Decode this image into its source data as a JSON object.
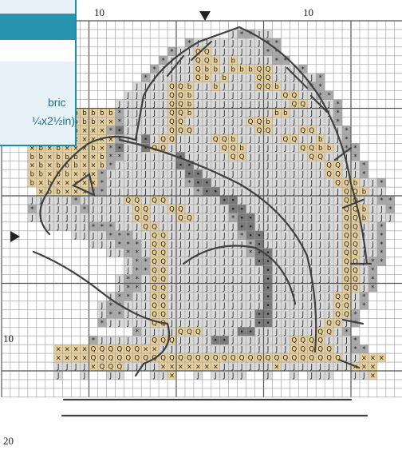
{
  "page": {
    "info_lines": [
      "bric",
      "¼x2½in)"
    ]
  },
  "axes": {
    "top_ticks": [
      "10",
      "10"
    ],
    "left_ticks": [
      "10",
      "20"
    ]
  },
  "chart_data": {
    "type": "table",
    "description_free": true,
    "grid": true,
    "palette": {
      "white": "#ffffff",
      "light_grey": "#d9d9d9",
      "mid_grey": "#a9a9a9",
      "dark_grey": "#7a7a7a",
      "tan": "#e7cf9c",
      "line": "#404040"
    },
    "symbols": {
      "J": "J",
      "Q": "Q",
      "b": "b",
      "x": "×",
      "star": "*",
      "dot": "•"
    },
    "pattern": [
      "..............................................",
      "..........................J**JJ...............",
      ".....................*JJJJJJJJ**..............",
      "...................*JJQQJJJJJJ**..............",
      "..................*JJJQQbJbJJJJ**.............",
      ".................*JJJJQbbJbbbQQJJJ*...........",
      "................*JJJJJQbJbJJJQQJJJJJ*.........",
      "...............JJJJQQbJJbJJJJQQbJJJ**.........",
      "..............JJJJJQQbJJJJJJJJJJQQJJ**........",
      ".............JJJJJJQQbJJJJJJJJJJJQQJJJ*.......",
      "........bbbbb*JJJJJQQbJJJJJJJJJbbJJJJJ*.......",
      "......xbbbb××*JJJJJQQJJJJJJJQQbJJJJJJJ*.......",
      ".....×bbb×××*•JJJJJQQQJJJJJJJQQJJJQQJJJ*......",
      "....×bbb×××××*JJ•JQQJJJJQQbJJJJJQQJJbJJ*......",
      "...×b×b×××b×*•JJ•QQJJJJJJQQbJJJJJJQQbbJ**.....",
      "...bb×bbb××b**JJJJJJ•JJJJJQQJJJJJJJQQJJJ*.....",
      "...×b×bbb××b*JJJJJJJ••JJJJJJJJJJJJJJJQQJJ*....",
      "...bb×bb×××*JJJJJJJJJ••JJJJJJJJJJJJJJQQJJ*....",
      "...b×b×××××*JJJJJJJJJ*••JJJJJJJJJJJJJJQQbJJ*..",
      "....×bb×××**JJJJJJJJJJ*••JJJJJJJJJJJJJJQQbJJ..",
      "...JJJJJ*JJJJJQQJQQJJJJJJ••JJJJJJJJJJJJQQJJ**.",
      "...*JJJJJ*JJJJJQQJJQQJJJJJ••JJJJJJJJJJJQQbJJ*.",
      "...JJJJJJJJJJJJQQJJJQQJJJJ*••JJJJJJJJJJQQbJJJ.",
      ".....JJJJJ***JJJQQJJJJJJJJJ••JJJJJJJJJJQQJJ*..",
      "........JJJJ***JJQQJJJJJJJJ*••JJJJJJJJJQQJJ*..",
      "..........JJJ***JQQJJJJJJJJJ*•JJJJJJJJJQQJJ*..",
      "............JJ**JQQJJJJJJJJJ*••JJJJJJJJQQJJ*..",
      "..............J**QQJJJJJJJJJJ••JJJJJJJJQQJ**..",
      "..............J**QQJJJJJJJJJJJ•JJJJJJJJQQJ*...",
      ".............J**JQQJJJJJJJJJJJ•JJJJJJJJQQJ*...",
      ".............J**JQQJJJJJJJJJJJ•JJJJJJJJQQJ*...",
      "............J**JJQQJJJJJJJJJJJ•JJJJJJJQQJ*....",
      "...........J**JJJQQJJJJJJJJJJJ•JJJJJJJQQJ*....",
      "...........J**JJJQQJJJJJJJJJJ••JJJJJJJQQ*.....",
      "...........*JJJJJQQJJJJJJJJJJ••JJJJJJQQJ*.....",
      "...............*JJJJQQQJJJJ••JJJJJJJQQJ*......",
      "..........*JJJJJJQQQJJJJ••JJJJJJJQQQQJJJ*.....",
      "......××××QQQQQQ××JJJJJJJJJJJJJJJQQQQQJJ**....",
      "......××××QQQQQQQQQQQQQQQQQQQQQQQQQQQQQJJ×××..",
      "......JJJJ×QQQJJJJ×××××××JJJJJJ×JJJJJJJJ×××...",
      "......J..J..JJ...JJ×..J.JJJJ..J..J.JJJ..JJ×...",
      "..............................................",
      ".............................................."
    ]
  }
}
